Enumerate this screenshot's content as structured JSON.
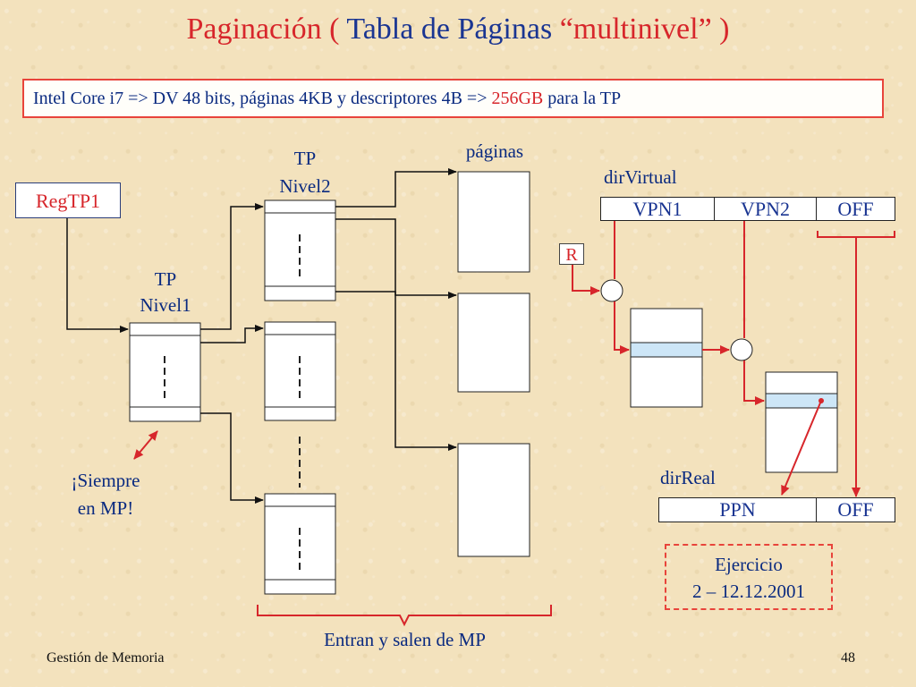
{
  "slide": {
    "title_part1": "Paginación ( ",
    "title_part2": "Tabla de Páginas ",
    "title_part3": "“multinivel” )",
    "info_part1": "Intel Core i7 => DV 48 bits, páginas 4KB y descriptores 4B => ",
    "info_highlight": "256GB",
    "info_part3": " para la TP",
    "reg_label": "RegTP1",
    "tp_nivel1": [
      "TP",
      "Nivel1"
    ],
    "tp_nivel2": [
      "TP",
      "Nivel2"
    ],
    "paginas_label": "páginas",
    "siempre_label": [
      "¡Siempre",
      "en MP!"
    ],
    "dir_virtual_label": "dirVirtual",
    "dir_virtual_fields": [
      "VPN1",
      "VPN2",
      "OFF"
    ],
    "r_label": "R",
    "dir_real_label": "dirReal",
    "dir_real_fields": [
      "PPN",
      "OFF"
    ],
    "exercise_lines": [
      "Ejercicio",
      "2 – 12.12.2001"
    ],
    "entran_label": "Entran y salen de MP",
    "footer_left": "Gestión de Memoria",
    "footer_right": "48"
  },
  "colors": {
    "background": "#f3e2bd",
    "text_blue": "#1a3592",
    "accent_red": "#d7262b",
    "highlight_row": "#cde6f7"
  }
}
